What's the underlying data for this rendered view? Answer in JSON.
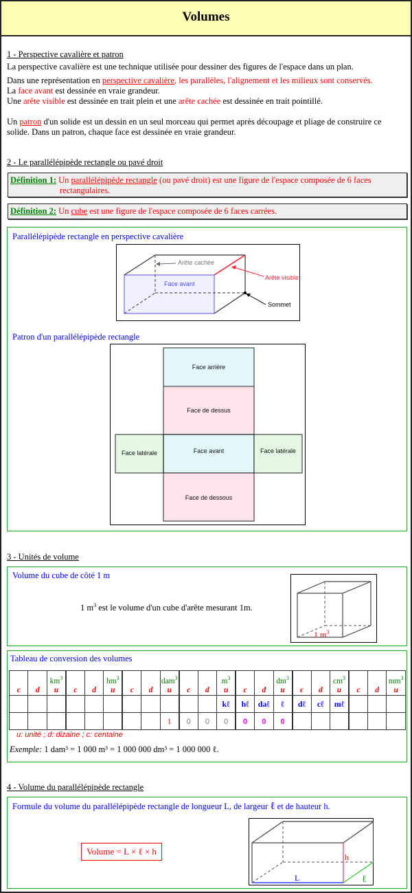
{
  "page": {
    "title": "Volumes"
  },
  "section1": {
    "heading": "1 - Perspective cavalière et patron",
    "p1": "La perspective cavalière est une technique utilisée pour dessiner des figures de l'espace dans un plan.",
    "p2_a": "Dans une représentation en ",
    "p2_link": "perspective cavalière",
    "p2_b": ", les parallèles, l'alignement et les milieux sont conservés.",
    "p3_a": "La ",
    "p3_red": "face avant",
    "p3_b": " est dessinée en vraie grandeur.",
    "p4_a": "Une ",
    "p4_red1": "arête visible",
    "p4_b": " est dessinée en trait plein et une ",
    "p4_red2": "arête cachée",
    "p4_c": " est dessinée en trait pointillé.",
    "p5_a": "Un ",
    "p5_link": "patron",
    "p5_b": " d'un solide est un dessin en un seul morceau qui permet après découpage et pliage de construire ce",
    "p5_c": "solide. Dans un patron, chaque face est dessinée en vraie grandeur."
  },
  "section2": {
    "heading": "2 - Le parallélépipède rectangle ou pavé droit",
    "def1": {
      "label": "Définition 1:",
      "a": " Un ",
      "term": "parallélépipède rectangle",
      "b": " (ou pavé droit) est une figure de l'espace composée de 6 faces",
      "c": "rectangulaires."
    },
    "def2": {
      "label": "Définition 2:",
      "a": " Un ",
      "term": "cube",
      "b": " est une figure de l'espace composée de 6 faces carrées."
    },
    "perspective_box": {
      "title": "Parallélépipède rectangle en perspective cavalière",
      "labels": {
        "hidden_edge": "Arête cachée",
        "front_face": "Face avant",
        "visible_edge": "Arête visible",
        "vertex": "Sommet"
      },
      "net_title": "Patron d'un parallélépipède rectangle",
      "net_faces": {
        "back": "Face arrière",
        "top": "Face de dessus",
        "left": "Face latérale",
        "front": "Face avant",
        "right": "Face latérale",
        "bottom": "Face de dessous"
      }
    }
  },
  "section3": {
    "heading": "3 - Unités de volume",
    "cube_box": {
      "title": "Volume du cube de côté 1 m",
      "text_prefix": "1 m",
      "text_sup": "3",
      "text_suffix": " est le volume d'un cube d'arête mesurant 1m.",
      "cube_label": "1 m",
      "cube_label_sup": "3"
    },
    "conversion": {
      "title": "Tableau de conversion des volumes",
      "units": [
        {
          "name": "km",
          "sup": "3"
        },
        {
          "name": "hm",
          "sup": "3"
        },
        {
          "name": "dam",
          "sup": "3"
        },
        {
          "name": "m",
          "sup": "3"
        },
        {
          "name": "dm",
          "sup": "3"
        },
        {
          "name": "cm",
          "sup": "3"
        },
        {
          "name": "mm",
          "sup": "3"
        }
      ],
      "column_letters": [
        "c",
        "d",
        "u"
      ],
      "litre_row": [
        "",
        "",
        "",
        "",
        "",
        "",
        "",
        "",
        "",
        "",
        "",
        "kℓ",
        "hℓ",
        "daℓ",
        "ℓ",
        "dℓ",
        "cℓ",
        "mℓ",
        "",
        "",
        ""
      ],
      "digit_row": [
        "",
        "",
        "",
        "",
        "",
        "",
        "",
        "",
        "1",
        "0",
        "0",
        "0",
        "0",
        "0",
        "0",
        "",
        "",
        "",
        "",
        "",
        ""
      ],
      "legend": "u: unité ; d: dizaine ; c: centaine",
      "example_label": "Exemple:",
      "example_text": " 1 dam³ = 1 000 m³ = 1 000 000 dm³ = 1 000 000 ℓ."
    }
  },
  "section4": {
    "heading": "4 - Volume du parallélépipède rectangle",
    "box_title_a": "Formule du volume du parallélépipède rectangle de longueur L, de largeur ",
    "box_title_l": "ℓ",
    "box_title_b": " et de hauteur h.",
    "formula": "Volume = L × ℓ × h",
    "labels": {
      "L": "L",
      "l": "ℓ",
      "h": "h"
    }
  },
  "colors": {
    "title_bg": "#ffffb3",
    "red": "#ff0000",
    "blue": "#0000ff",
    "green": "#008000",
    "box_border": "#22aa22",
    "def_bg": "#efefef"
  }
}
